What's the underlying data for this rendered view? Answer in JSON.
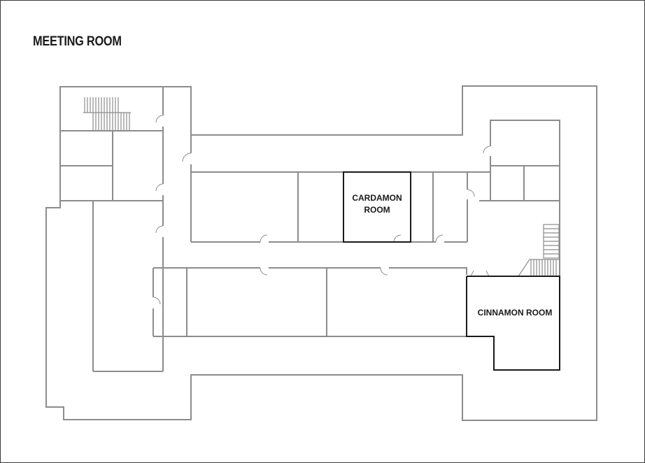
{
  "title": "MEETING ROOM",
  "rooms": {
    "cardamon": {
      "line1": "CARDAMON",
      "line2": "ROOM"
    },
    "cinnamon": {
      "label": "CINNAMON ROOM"
    }
  },
  "colors": {
    "wall": "#8c8c8c",
    "highlight": "#1a1a1a",
    "background": "#ffffff"
  }
}
